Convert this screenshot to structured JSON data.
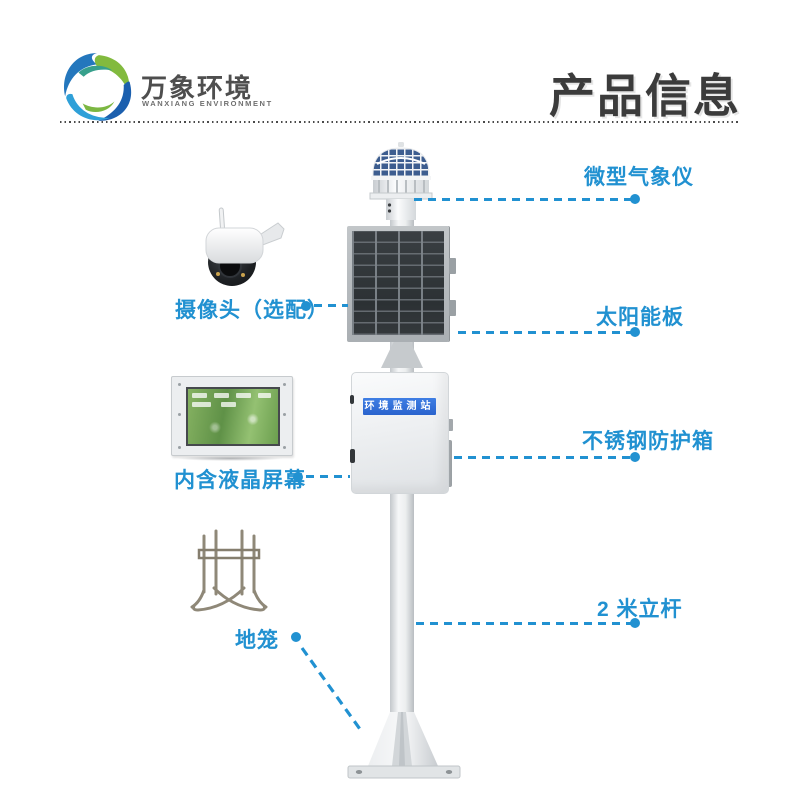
{
  "header": {
    "logo": {
      "name": "万象环境",
      "subtitle": "WANXIANG ENVIRONMENT"
    },
    "title": "产品信息"
  },
  "station": {
    "enclosure_label": "环境监测站"
  },
  "callouts": {
    "weather": {
      "label": "微型气象仪"
    },
    "solar": {
      "label": "太阳能板"
    },
    "enclosure": {
      "label": "不锈钢防护箱"
    },
    "pole": {
      "label": "2 米立杆"
    },
    "camera": {
      "label": "摄像头（选配）"
    },
    "lcd": {
      "label": "内含液晶屏幕"
    },
    "cage": {
      "label": "地笼"
    }
  },
  "colors": {
    "accent": "#2191d1",
    "banner_blue": "#2e6bd4",
    "title_text": "#3b3b3b"
  }
}
